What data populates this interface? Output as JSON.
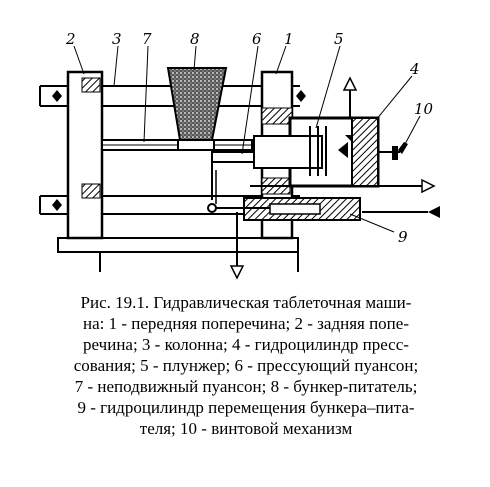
{
  "figure": {
    "labels": {
      "l1": "1",
      "l2": "2",
      "l3": "3",
      "l4": "4",
      "l5": "5",
      "l6": "6",
      "l7": "7",
      "l8": "8",
      "l9": "9",
      "l10": "10"
    },
    "caption_lines": [
      "Рис. 19.1. Гидравлическая таблеточная маши-",
      "на: 1 - передняя поперечина; 2 - задняя попе-",
      "речина; 3 - колонна; 4 - гидроцилиндр пресс-",
      "сования; 5 - плунжер; 6 - прессующий пуансон;",
      "7 - неподвижный пуансон; 8 - бункер-питатель;",
      "9 - гидроцилиндр перемещения бункера–пита-",
      "теля; 10 - винтовой механизм"
    ]
  }
}
